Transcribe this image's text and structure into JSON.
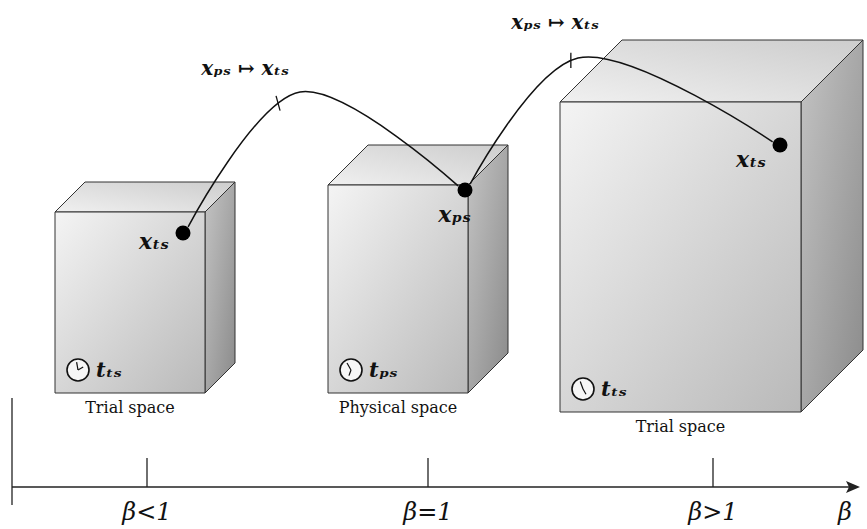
{
  "diagram": {
    "nodes": [
      {
        "text": [
          "tₜₛ",
          "Trial space"
        ]
      },
      {
        "text": [
          "xₜₛ"
        ],
        "in": 0
      },
      {
        "text": [
          "tₚₛ",
          "Physical space"
        ]
      },
      {
        "text": [
          "xₚₛ"
        ],
        "in": 2
      },
      {
        "text": [
          "tₜₛ",
          "Trial space"
        ]
      },
      {
        "text": [
          "xₜₛ"
        ],
        "in": 4
      }
    ],
    "edges": [
      {
        "from": 3,
        "to": 1,
        "label": "xₚₛ ↦ xₜₛ",
        "arrow": "none"
      },
      {
        "from": 3,
        "to": 5,
        "label": "xₚₛ ↦ xₜₛ",
        "arrow": "none"
      }
    ],
    "labels": [
      "β<1",
      "β=1",
      "β>1",
      "β"
    ]
  }
}
